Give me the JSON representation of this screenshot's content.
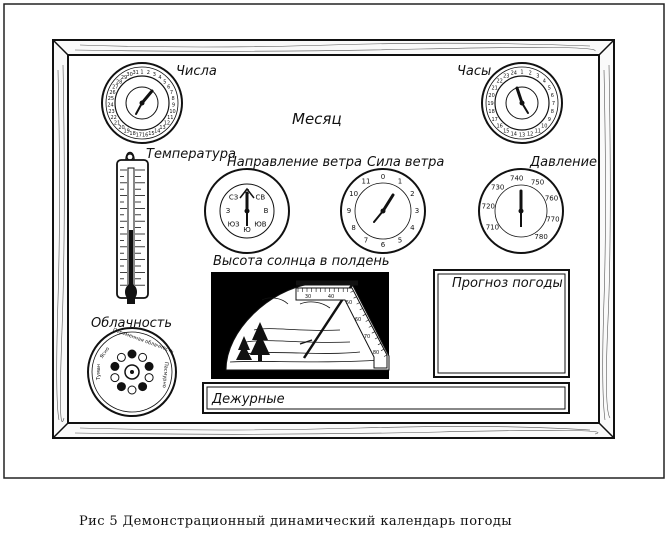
{
  "board": {
    "month": "Месяц",
    "days_dial": {
      "label": "Числа",
      "numbers": [
        "1",
        "2",
        "3",
        "4",
        "5",
        "6",
        "7",
        "8",
        "9",
        "10",
        "11",
        "12",
        "13",
        "14",
        "15",
        "16",
        "17",
        "18",
        "19",
        "20",
        "21",
        "22",
        "23",
        "24",
        "25",
        "26",
        "27",
        "28",
        "29",
        "30",
        "31"
      ]
    },
    "hours_dial": {
      "label": "Часы",
      "numbers": [
        "1",
        "2",
        "3",
        "4",
        "5",
        "6",
        "7",
        "8",
        "9",
        "10",
        "11",
        "12",
        "13",
        "14",
        "15",
        "16",
        "17",
        "18",
        "19",
        "20",
        "21",
        "22",
        "23",
        "24"
      ]
    },
    "thermometer": {
      "label": "Температура"
    },
    "wind_direction": {
      "label": "Направление ветра",
      "points": [
        "С",
        "СВ",
        "В",
        "ЮВ",
        "Ю",
        "ЮЗ",
        "З",
        "СЗ"
      ]
    },
    "wind_force": {
      "label": "Сила ветра",
      "numbers": [
        "0",
        "1",
        "2",
        "3",
        "4",
        "5",
        "6",
        "7",
        "8",
        "9",
        "10",
        "11"
      ]
    },
    "pressure": {
      "label": "Давление",
      "numbers": [
        "710",
        "720",
        "730",
        "740",
        "750",
        "760",
        "770",
        "780"
      ]
    },
    "cloudiness": {
      "label": "Облачность",
      "states": [
        "Ясно",
        "Переменная облачность",
        "Пасмурно",
        "Туман"
      ]
    },
    "sun_height": {
      "label": "Высота солнца в полдень",
      "scale": [
        "30",
        "40",
        "50",
        "60",
        "70",
        "80"
      ]
    },
    "forecast": {
      "label": "Прогноз погоды"
    },
    "duty": {
      "label": "Дежурные"
    }
  },
  "caption": "Рис 5  Демонстрационный динамический календарь погоды"
}
